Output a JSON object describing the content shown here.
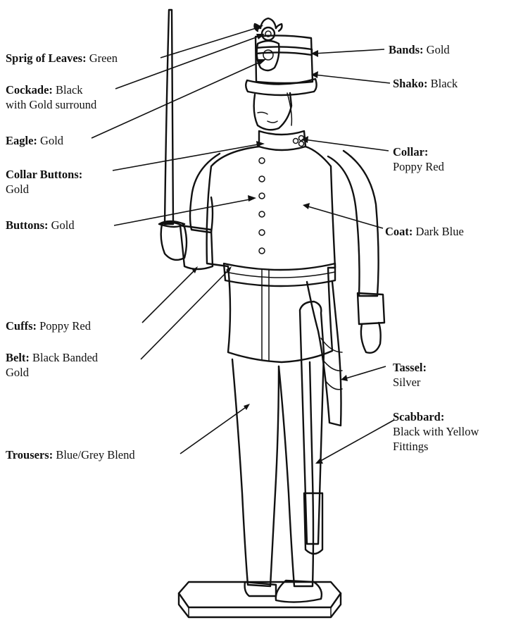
{
  "diagram": {
    "callouts": [
      {
        "part": "Sprig of Leaves:",
        "color": "Green"
      },
      {
        "part": "Cockade:",
        "color": "Black",
        "color_line2": "with Gold surround"
      },
      {
        "part": "Eagle:",
        "color": "Gold"
      },
      {
        "part": "Collar Buttons:",
        "color_line2": "Gold"
      },
      {
        "part": "Buttons:",
        "color": "Gold"
      },
      {
        "part": "Cuffs:",
        "color": "Poppy Red"
      },
      {
        "part": "Belt:",
        "color": "Black Banded",
        "color_line2": "Gold"
      },
      {
        "part": "Trousers:",
        "color": "Blue/Grey Blend"
      },
      {
        "part": "Bands:",
        "color": "Gold"
      },
      {
        "part": "Shako:",
        "color": "Black"
      },
      {
        "part": "Collar:",
        "color_line2": "Poppy Red"
      },
      {
        "part": "Coat:",
        "color": "Dark Blue"
      },
      {
        "part": "Tassel:",
        "color_line2": "Silver"
      },
      {
        "part": "Scabbard:",
        "color_line2": "Black with Yellow",
        "color_line3": "Fittings"
      }
    ]
  }
}
